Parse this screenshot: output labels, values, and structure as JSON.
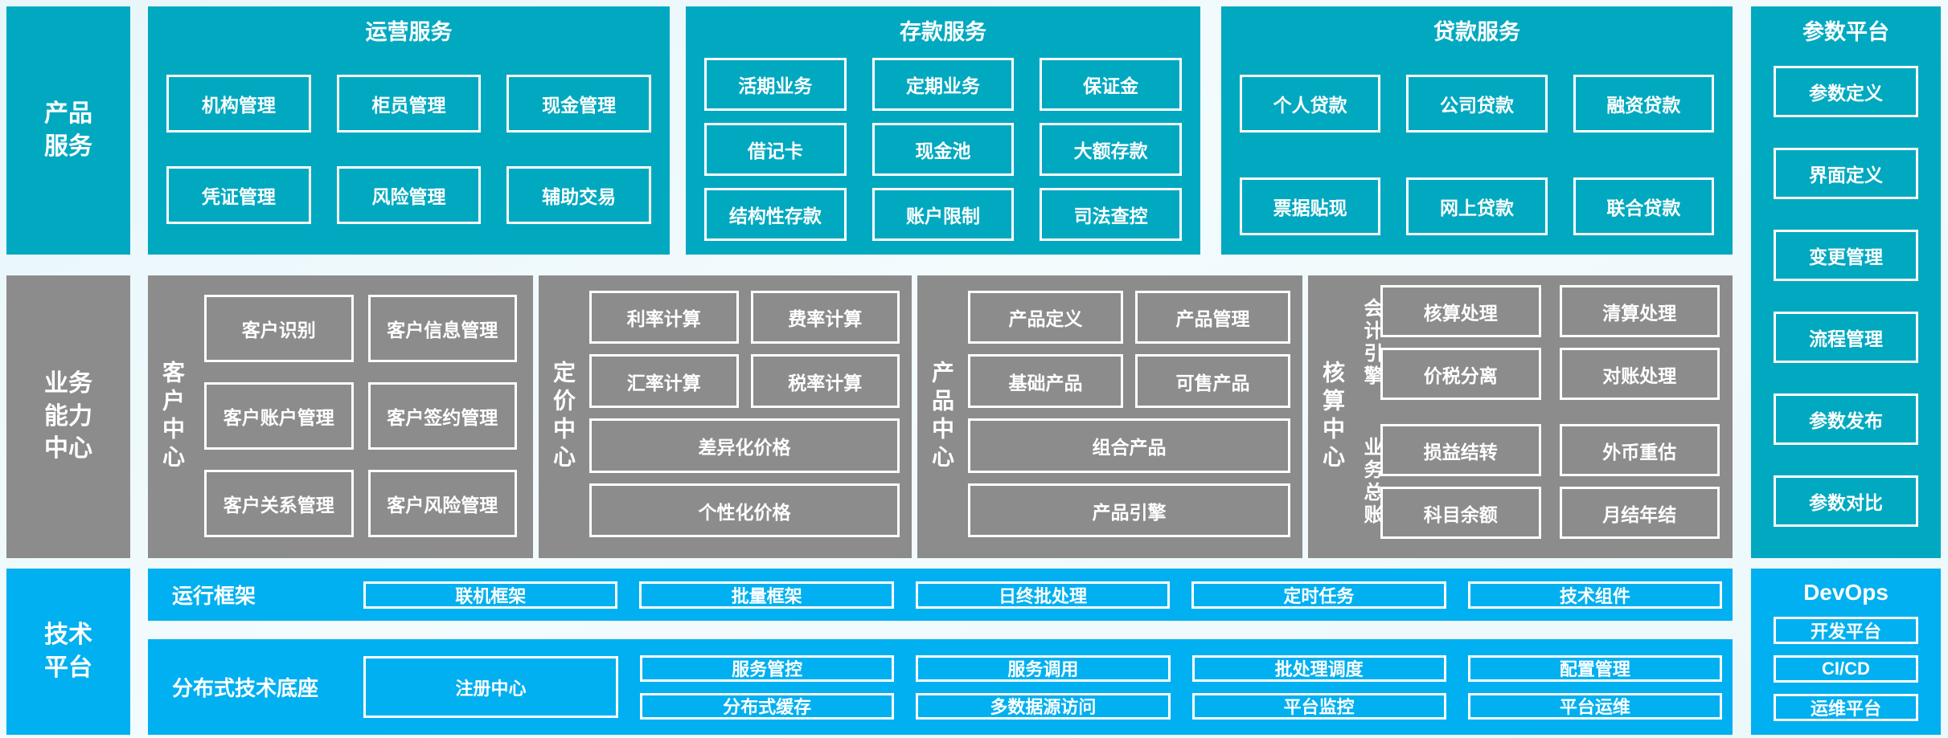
{
  "colors": {
    "teal": "#00a9c0",
    "gray": "#8c8c8c",
    "blue": "#00b0f0",
    "box_border": "#ffffff",
    "text": "#ffffff"
  },
  "left_labels": {
    "products": "产品\n服务",
    "capability": "业务\n能力\n中心",
    "tech": "技术\n平台"
  },
  "operations": {
    "title": "运营服务",
    "items": [
      "机构管理",
      "柜员管理",
      "现金管理",
      "凭证管理",
      "风险管理",
      "辅助交易"
    ]
  },
  "deposit": {
    "title": "存款服务",
    "items": [
      "活期业务",
      "定期业务",
      "保证金",
      "借记卡",
      "现金池",
      "大额存款",
      "结构性存款",
      "账户限制",
      "司法查控"
    ]
  },
  "loan": {
    "title": "贷款服务",
    "items": [
      "个人贷款",
      "公司贷款",
      "融资贷款",
      "票据贴现",
      "网上贷款",
      "联合贷款"
    ]
  },
  "param_platform": {
    "title": "参数平台",
    "items": [
      "参数定义",
      "界面定义",
      "变更管理",
      "流程管理",
      "参数发布",
      "参数对比"
    ]
  },
  "customer_center": {
    "label": "客户中心",
    "items": [
      "客户识别",
      "客户信息管理",
      "客户账户管理",
      "客户签约管理",
      "客户关系管理",
      "客户风险管理"
    ]
  },
  "pricing_center": {
    "label": "定价中心",
    "grid": [
      "利率计算",
      "费率计算",
      "汇率计算",
      "税率计算"
    ],
    "wide": [
      "差异化价格",
      "个性化价格"
    ]
  },
  "product_center": {
    "label": "产品中心",
    "grid": [
      "产品定义",
      "产品管理",
      "基础产品",
      "可售产品"
    ],
    "wide": [
      "组合产品",
      "产品引擎"
    ]
  },
  "accounting_center": {
    "label": "核算中心",
    "groups": [
      {
        "label": "会计引擎",
        "items": [
          "核算处理",
          "清算处理",
          "价税分离",
          "对账处理"
        ]
      },
      {
        "label": "业务总账",
        "items": [
          "损益结转",
          "外币重估",
          "科目余额",
          "月结年结"
        ]
      }
    ]
  },
  "runtime_framework": {
    "label": "运行框架",
    "items": [
      "联机框架",
      "批量框架",
      "日终批处理",
      "定时任务",
      "技术组件"
    ]
  },
  "distributed_base": {
    "label": "分布式技术底座",
    "registry": "注册中心",
    "columns": [
      [
        "服务管控",
        "分布式缓存"
      ],
      [
        "服务调用",
        "多数据源访问"
      ],
      [
        "批处理调度",
        "平台监控"
      ],
      [
        "配置管理",
        "平台运维"
      ]
    ]
  },
  "devops": {
    "title": "DevOps",
    "items": [
      "开发平台",
      "CI/CD",
      "运维平台"
    ]
  }
}
